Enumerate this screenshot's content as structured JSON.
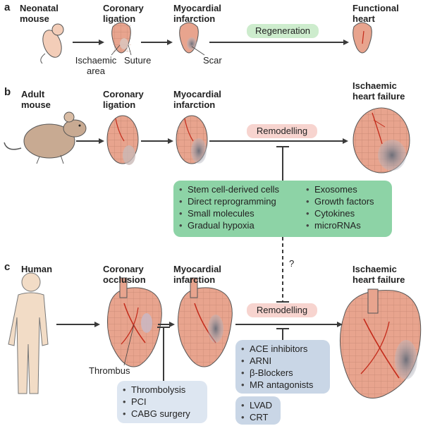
{
  "panel_a": {
    "letter": "a",
    "stage1": "Neonatal mouse",
    "stage2": "Coronary ligation",
    "stage3": "Myocardial infarction",
    "stage4": "Functional heart",
    "process": "Regeneration",
    "label_ischaemic": "Ischaemic area",
    "label_suture": "Suture",
    "label_scar": "Scar"
  },
  "panel_b": {
    "letter": "b",
    "stage1": "Adult mouse",
    "stage2": "Coronary ligation",
    "stage3": "Myocardial infarction",
    "stage4": "Ischaemic heart failure",
    "process": "Remodelling",
    "therapies_left": [
      "Stem cell-derived cells",
      "Direct reprogramming",
      "Small molecules",
      "Gradual hypoxia"
    ],
    "therapies_right": [
      "Exosomes",
      "Growth factors",
      "Cytokines",
      "microRNAs"
    ],
    "question": "?"
  },
  "panel_c": {
    "letter": "c",
    "stage1": "Human",
    "stage2": "Coronary occlusion",
    "stage3": "Myocardial infarction",
    "stage4": "Ischaemic heart failure",
    "process": "Remodelling",
    "label_thrombus": "Thrombus",
    "reperfusion": [
      "Thrombolysis",
      "PCI",
      "CABG surgery"
    ],
    "drugs": [
      "ACE inhibitors",
      "ARNI",
      "β-Blockers",
      "MR antagonists"
    ],
    "devices": [
      "LVAD",
      "CRT"
    ]
  },
  "colors": {
    "heart_tissue": "#e8a48e",
    "heart_lines": "#b0705c",
    "vessel": "#c42a1a",
    "scar": "#8e8e98",
    "arrow": "#3a3a3a",
    "regeneration_pill": "#cdeccd",
    "remodelling_pill": "#f7d4cf",
    "therapy_box": "#8dd3a6",
    "drug_box": "#c9d6e6",
    "mouse": "#c8aa92",
    "human": "#f2dcc6"
  }
}
